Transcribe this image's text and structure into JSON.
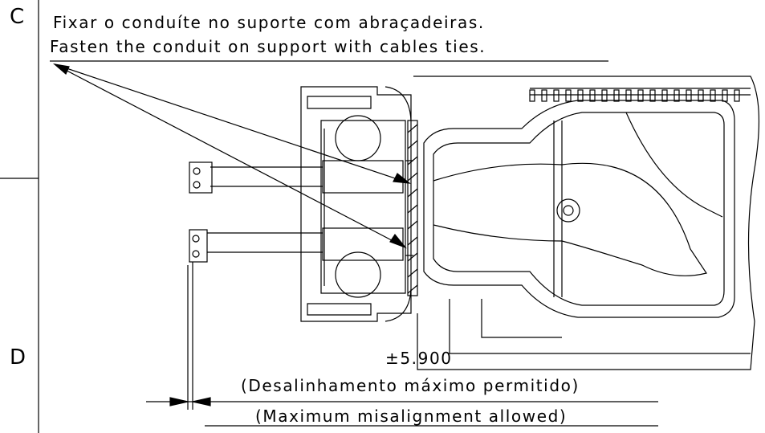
{
  "zones": {
    "upper": "C",
    "lower": "D"
  },
  "note": {
    "line_pt": "Fixar o conduíte no suporte com abraçadeiras.",
    "line_en": "Fasten the conduit on support with cables ties."
  },
  "dimension": {
    "value": "±5.900",
    "caption_pt": "(Desalinhamento máximo permitido)",
    "caption_en": "(Maximum misalignment allowed)"
  }
}
